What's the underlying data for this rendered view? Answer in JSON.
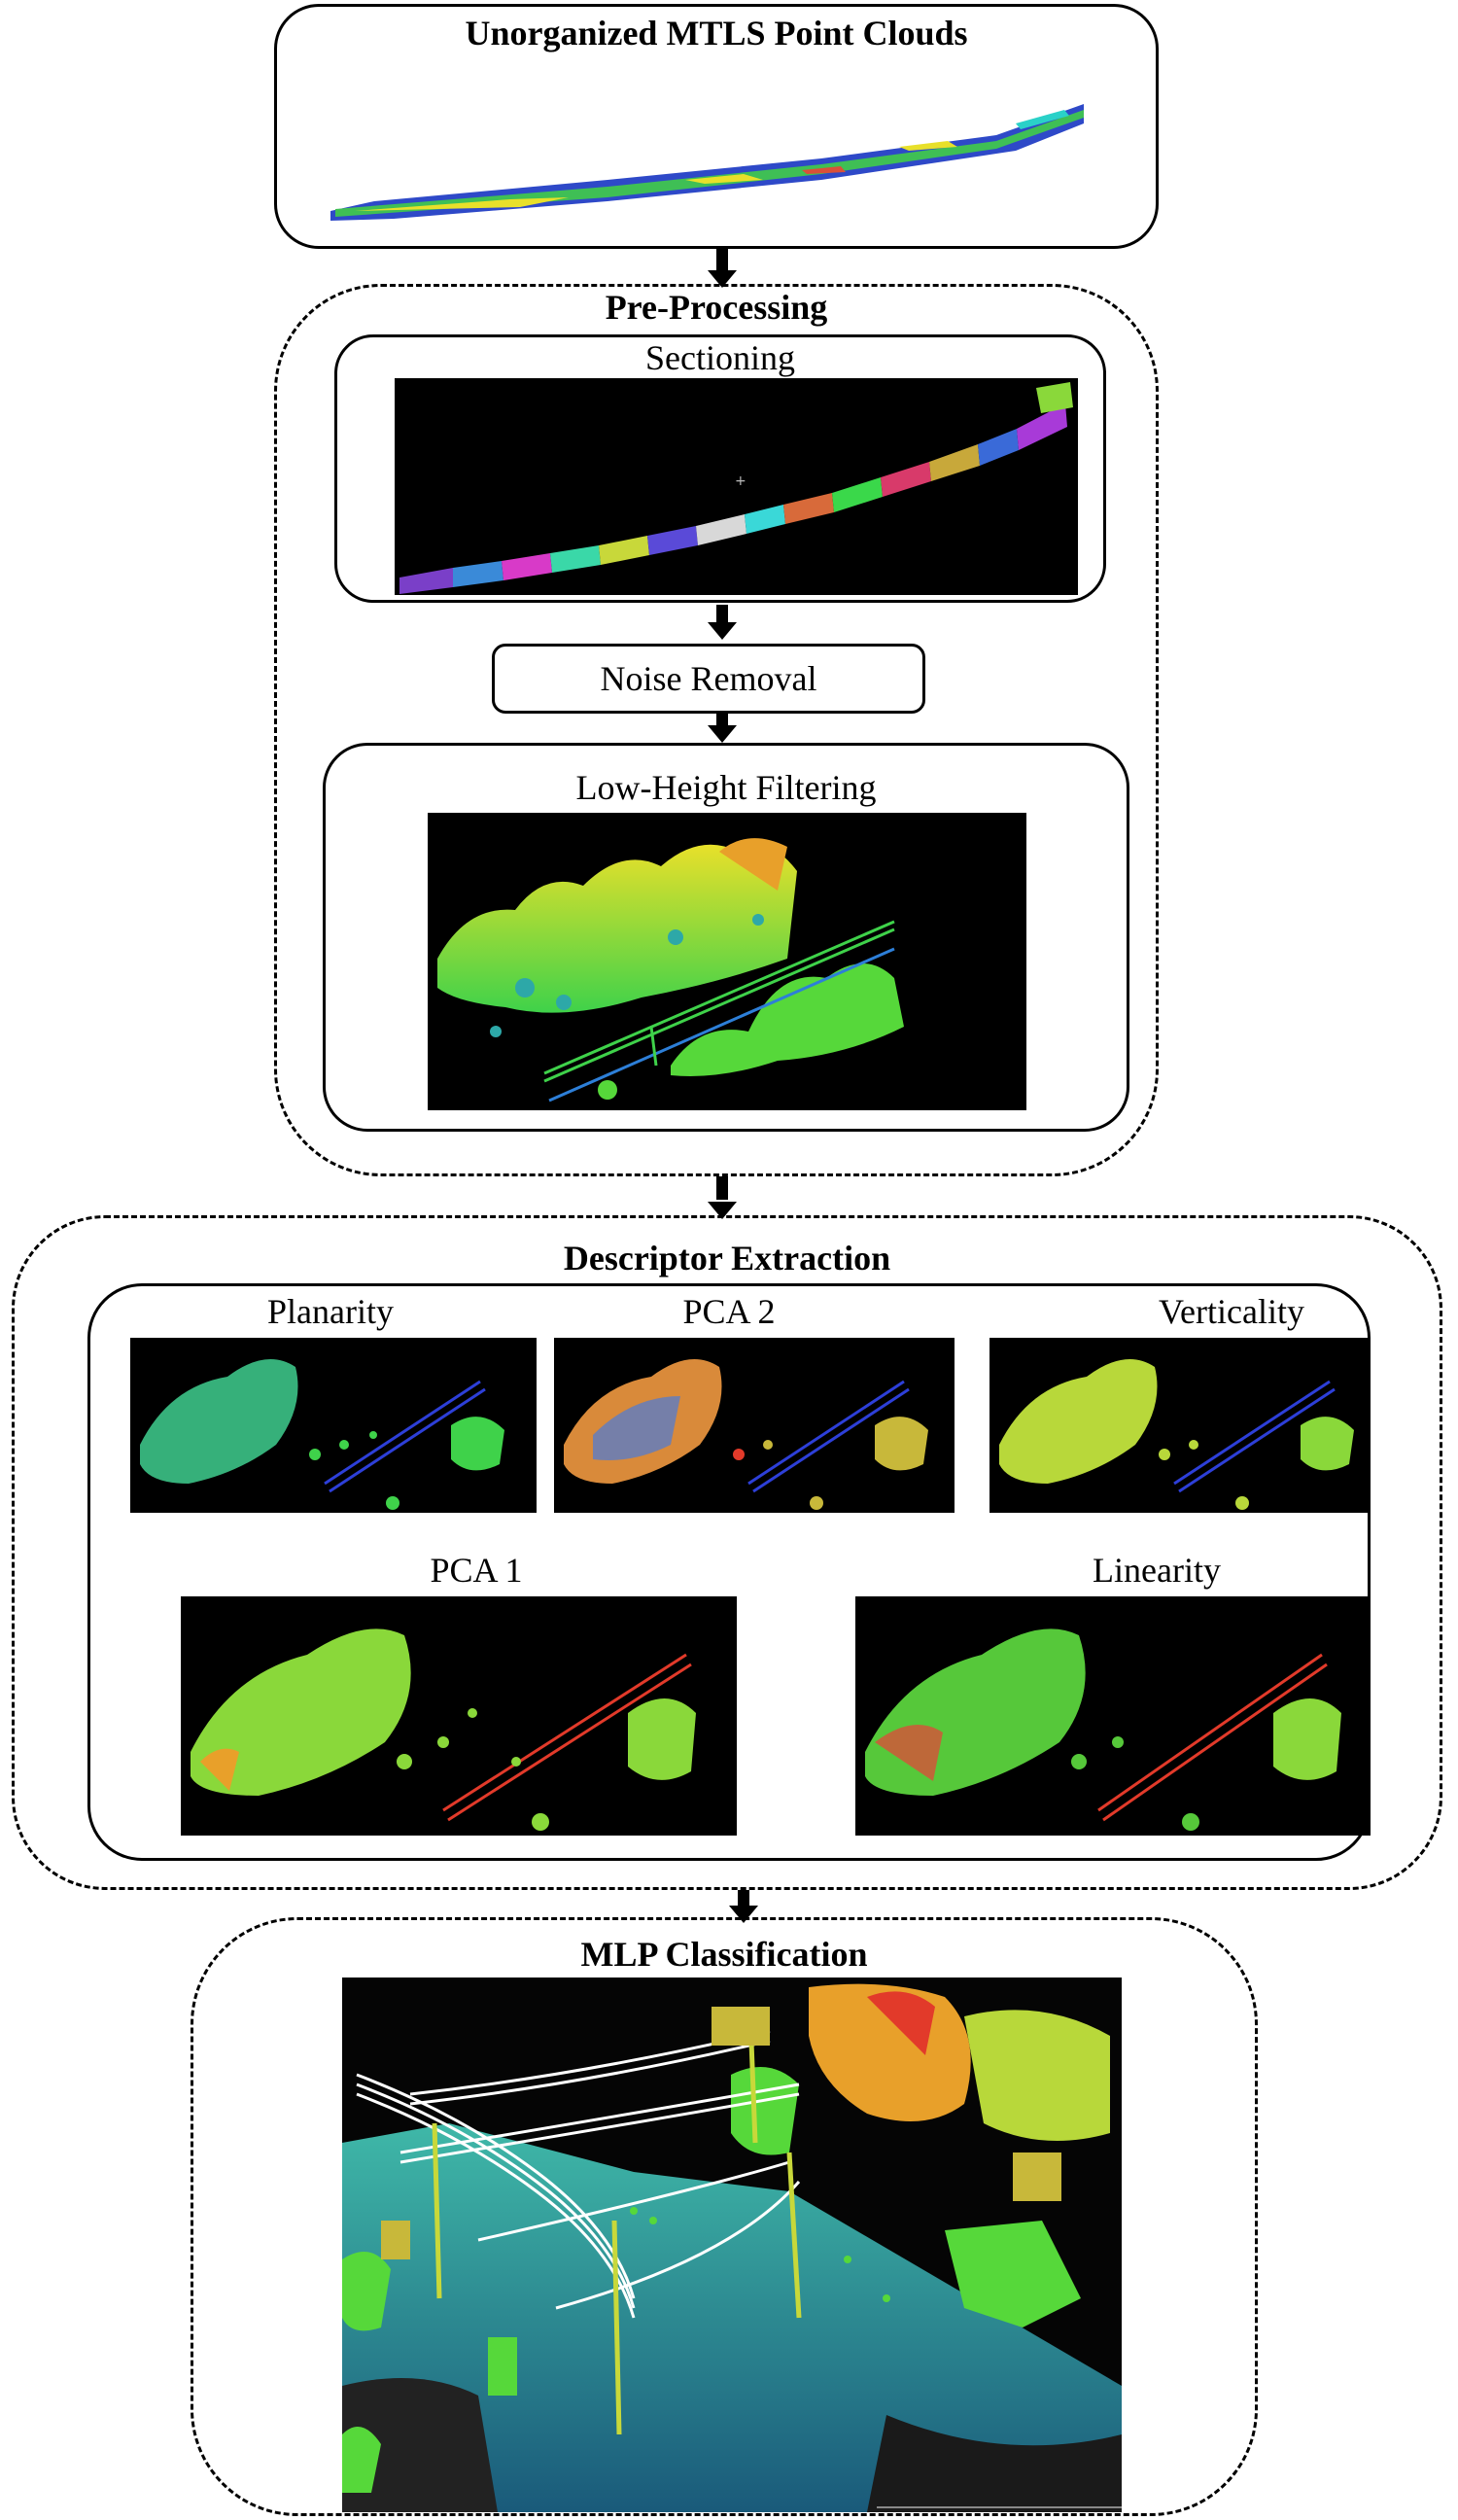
{
  "stages": {
    "input": {
      "title": "Unorganized MTLS Point Clouds"
    },
    "preprocessing": {
      "title": "Pre-Processing",
      "sectioning": "Sectioning",
      "noise_removal": "Noise Removal",
      "low_height": "Low-Height Filtering"
    },
    "descriptor": {
      "title": "Descriptor Extraction",
      "panels": [
        "Planarity",
        "PCA 2",
        "Verticality",
        "PCA 1",
        "Linearity"
      ]
    },
    "classification": {
      "title": "MLP Classification"
    }
  },
  "colors": {
    "border": "#000000",
    "panel_bg": "#000000",
    "cloud_green": "#3fd24a",
    "cloud_yellow": "#e8e02a",
    "cloud_blue": "#2d3fd8",
    "wire_red": "#e23a2a"
  }
}
